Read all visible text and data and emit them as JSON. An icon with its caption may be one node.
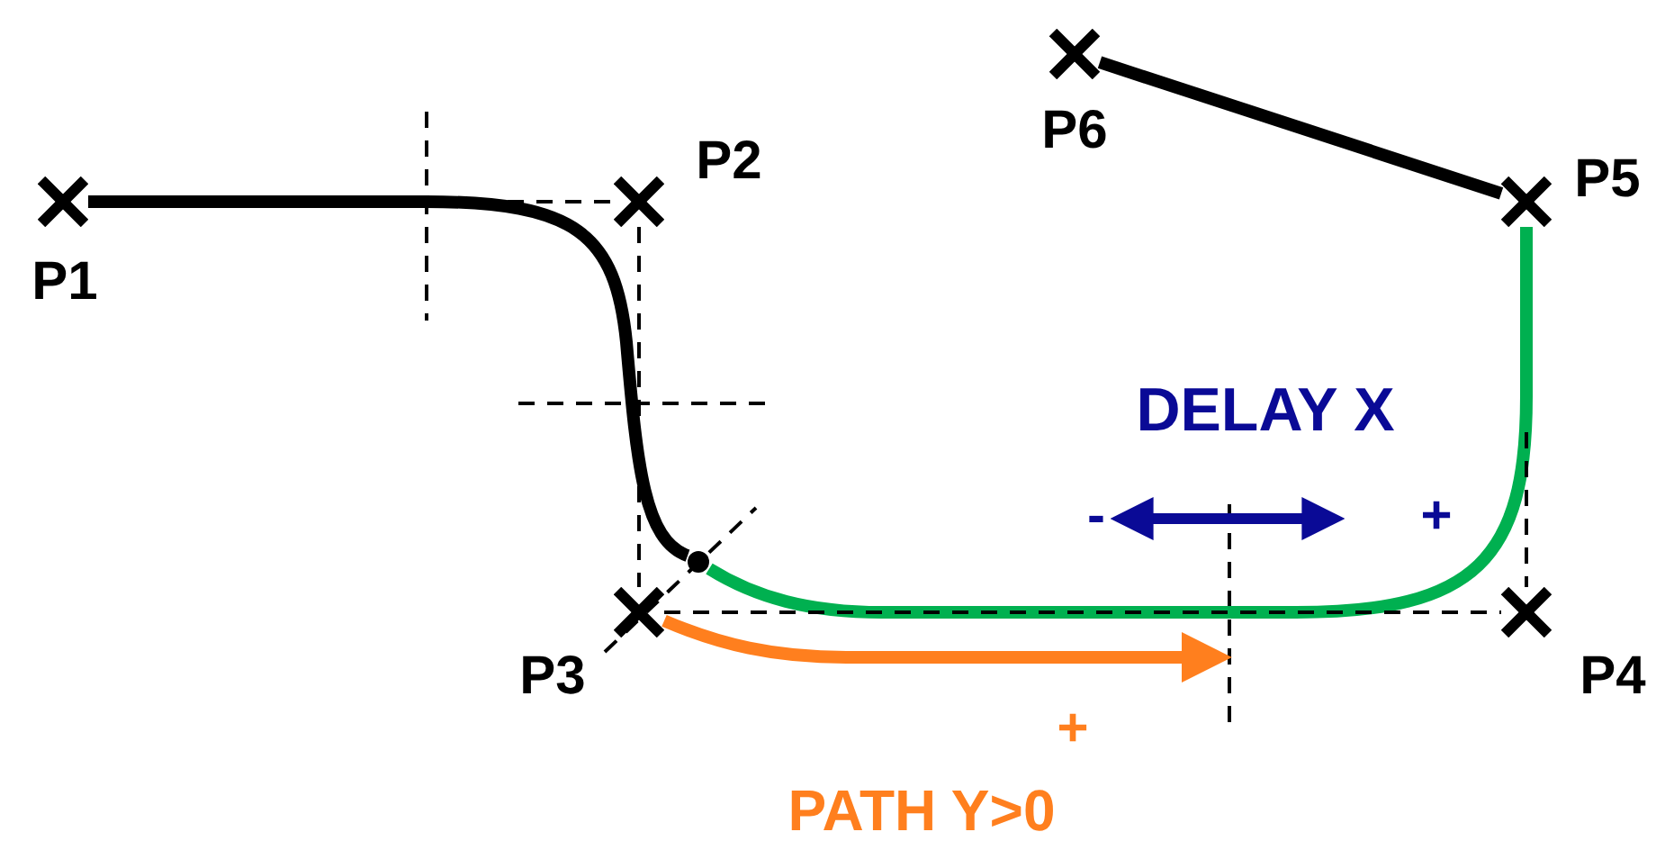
{
  "diagram": {
    "nodes": [
      {
        "text": [],
        "shape": "cross",
        "beside": [
          "P1"
        ]
      },
      {
        "text": [],
        "shape": "cross",
        "beside": [
          "P2"
        ]
      },
      {
        "text": [],
        "shape": "cross",
        "beside": [
          "P3"
        ]
      },
      {
        "text": [],
        "shape": "cross",
        "beside": [
          "P4"
        ]
      },
      {
        "text": [],
        "shape": "cross",
        "beside": [
          "P5"
        ]
      },
      {
        "text": [],
        "shape": "cross",
        "beside": [
          "P6"
        ]
      },
      {
        "text": [],
        "shape": "circle"
      }
    ],
    "edges": [
      {
        "from": 0,
        "to": 6,
        "arrow": "none",
        "style": "thick"
      },
      {
        "from": 6,
        "to": 4,
        "arrow": "none",
        "style": "thick",
        "color": "#00b050"
      },
      {
        "from": 5,
        "to": 4,
        "arrow": "none",
        "style": "thick"
      },
      {
        "from": 2,
        "to": null,
        "arrow": "to",
        "style": "thick",
        "color": "#ff7f1e"
      },
      {
        "from": 1,
        "to": 2,
        "arrow": "none",
        "style": "dashed"
      },
      {
        "from": 2,
        "to": 3,
        "arrow": "none",
        "style": "dashed"
      },
      {
        "from": null,
        "to": 1,
        "arrow": "none",
        "style": "dashed"
      },
      {
        "from": null,
        "to": 3,
        "arrow": "none",
        "style": "dashed"
      }
    ],
    "labels": [
      "DELAY X",
      "-",
      "+",
      "+",
      "PATH Y>0"
    ]
  }
}
